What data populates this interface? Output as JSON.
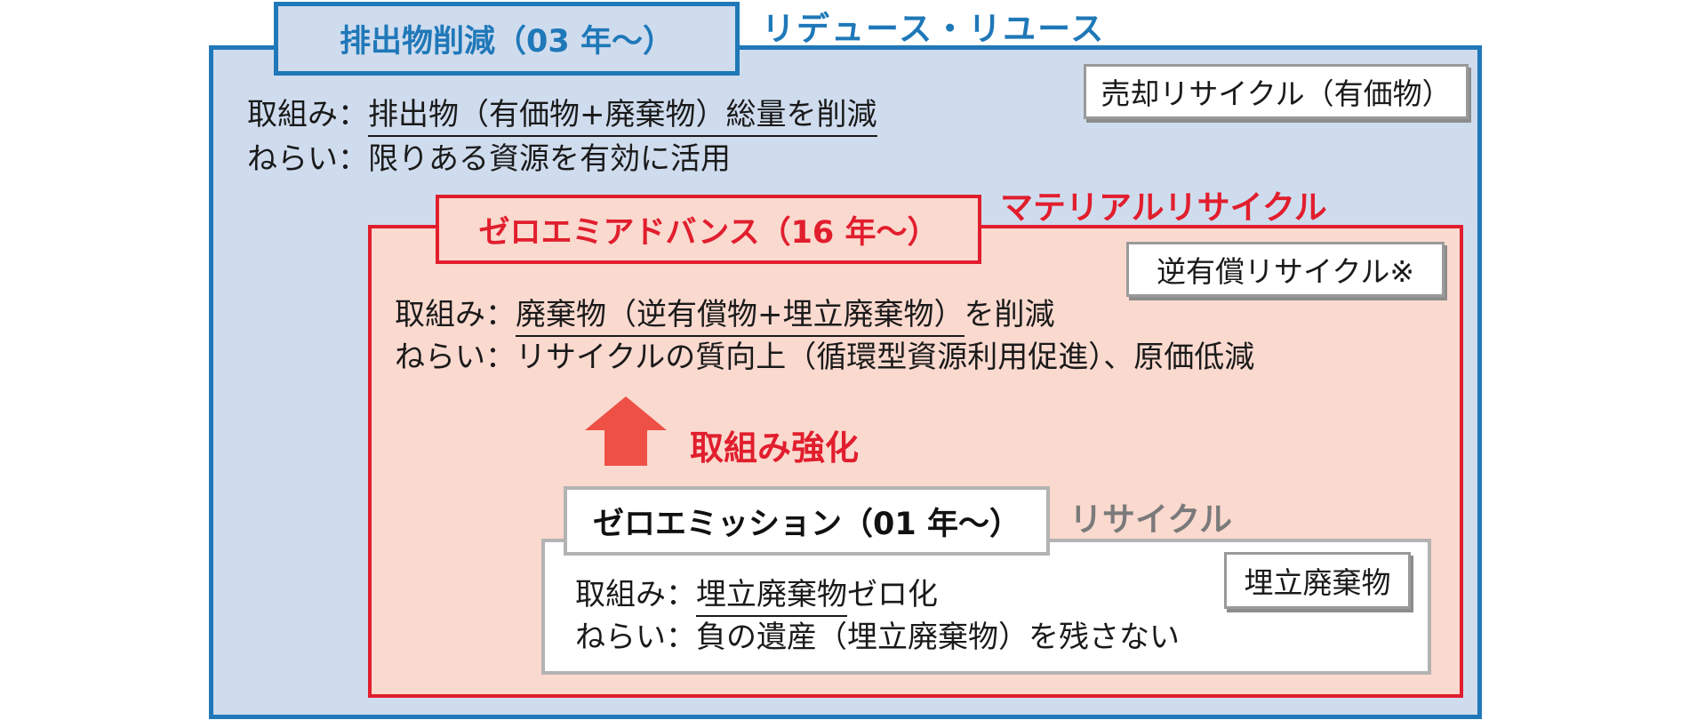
{
  "colors": {
    "blue_accent": "#1f78b8",
    "blue_fill": "#cfdcee",
    "red_accent": "#e11e2d",
    "red_fill": "#fad9cf",
    "arrow_fill": "#ee5046",
    "gray_accent": "#b3b3b3"
  },
  "outer": {
    "title": "排出物削減（03 年〜）",
    "category": "リデュース・リユース",
    "tag": "売却リサイクル（有価物）",
    "effort_label": "取組み：",
    "effort_text": "排出物（有価物+廃棄物）総量を削減",
    "aim_label": "ねらい：",
    "aim_text": "限りある資源を有効に活用"
  },
  "middle": {
    "title": "ゼロエミアドバンス（16 年〜）",
    "category": "マテリアルリサイクル",
    "tag": "逆有償リサイクル※",
    "effort_label": "取組み：",
    "effort_text": "廃棄物（逆有償物+埋立廃棄物）",
    "effort_suffix": "を削減",
    "aim_label": "ねらい：",
    "aim_text": "リサイクルの質向上（循環型資源利用促進）、原価低減",
    "arrow_icon": "up-arrow-icon",
    "strengthen_label": "取組み強化"
  },
  "inner": {
    "title": "ゼロエミッション（01 年〜）",
    "category": "リサイクル",
    "tag": "埋立廃棄物",
    "effort_label": "取組み：",
    "effort_text": "埋立廃棄物",
    "effort_suffix": "ゼロ化",
    "aim_label": "ねらい：",
    "aim_text": "負の遺産（埋立廃棄物）を残さない"
  }
}
